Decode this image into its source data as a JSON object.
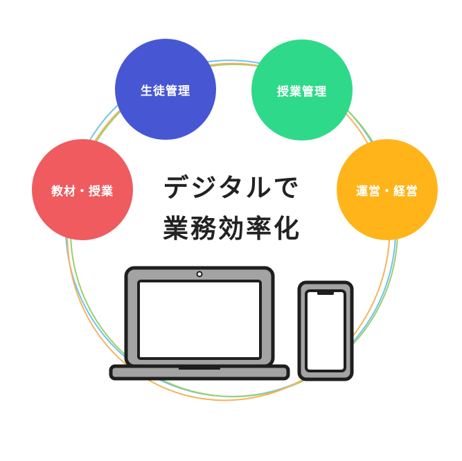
{
  "bubbles": {
    "student_mgmt": {
      "label": "生徒管理",
      "color": "#4757d3"
    },
    "lesson_mgmt": {
      "label": "授業管理",
      "color": "#2fd98a"
    },
    "materials": {
      "label": "教材・授業",
      "color": "#ef5b5e"
    },
    "operations": {
      "label": "運営・経営",
      "color": "#ffb41a"
    }
  },
  "headline": {
    "line1": "デジタルで",
    "line2": "業務効率化"
  },
  "colors": {
    "ring_blue": "#6fc3ef",
    "ring_green": "#9bcf6a",
    "ring_orange": "#f6b25e",
    "device_fill": "#a3a3a3",
    "device_outline": "#1e1e1e",
    "screen": "#ffffff"
  },
  "icons": [
    "laptop-icon",
    "smartphone-icon"
  ]
}
